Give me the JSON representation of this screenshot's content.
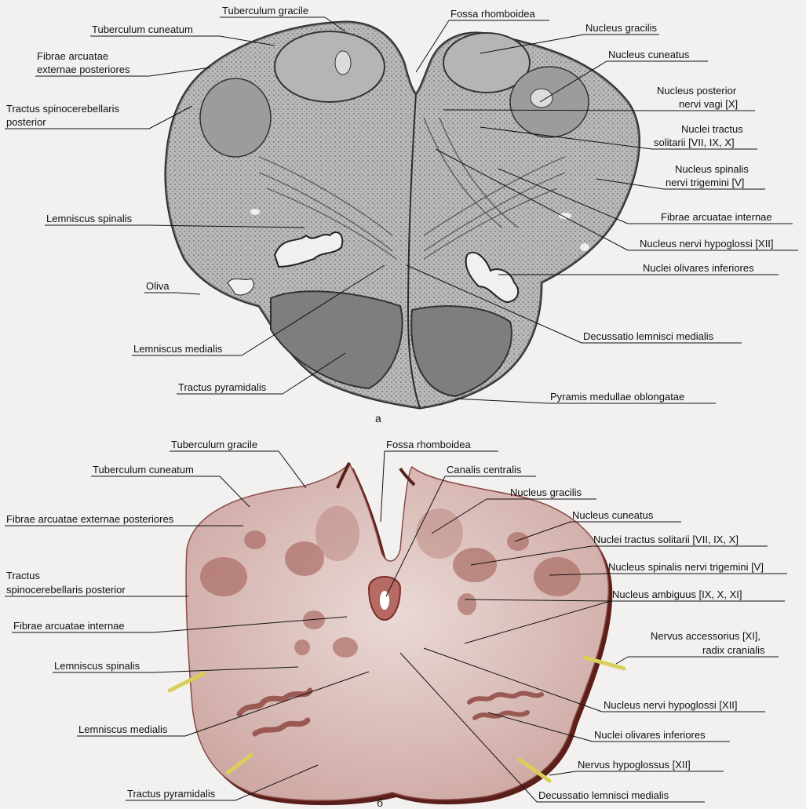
{
  "panels": {
    "a": {
      "letter": "a",
      "labels": {
        "tuberculum_gracile": "Tuberculum gracile",
        "tuberculum_cuneatum": "Tuberculum cuneatum",
        "fibrae_arcuatae_ext_1": "Fibrae arcuatae",
        "fibrae_arcuatae_ext_2": "externae posteriores",
        "tractus_spinocerebellaris_1": "Tractus spinocerebellaris",
        "tractus_spinocerebellaris_2": "posterior",
        "lemniscus_spinalis": "Lemniscus spinalis",
        "oliva": "Oliva",
        "lemniscus_medialis": "Lemniscus medialis",
        "tractus_pyramidalis": "Tractus pyramidalis",
        "fossa_rhomboidea": "Fossa rhomboidea",
        "nucleus_gracilis": "Nucleus gracilis",
        "nucleus_cuneatus": "Nucleus cuneatus",
        "nucleus_post_vagi_1": "Nucleus posterior",
        "nucleus_post_vagi_2": "nervi vagi [X]",
        "nuclei_tractus_solitarii_1": "Nuclei tractus",
        "nuclei_tractus_solitarii_2": "solitarii [VII, IX, X]",
        "nucleus_spinalis_trig_1": "Nucleus spinalis",
        "nucleus_spinalis_trig_2": "nervi trigemini [V]",
        "fibrae_arcuatae_internae": "Fibrae arcuatae internae",
        "nucleus_hypoglossi": "Nucleus nervi hypoglossi [XII]",
        "nuclei_olivares": "Nuclei olivares inferiores",
        "decussatio_lemnisci": "Decussatio lemnisci medialis",
        "pyramis": "Pyramis medullae oblongatae"
      }
    },
    "b": {
      "letter": "б",
      "labels": {
        "tuberculum_gracile": "Tuberculum gracile",
        "tuberculum_cuneatum": "Tuberculum cuneatum",
        "fibrae_arcuatae_ext": "Fibrae arcuatae externae posteriores",
        "tractus_1": "Tractus",
        "tractus_2": "spinocerebellaris posterior",
        "fibrae_arcuatae_internae": "Fibrae arcuatae internae",
        "lemniscus_spinalis": "Lemniscus spinalis",
        "lemniscus_medialis": "Lemniscus medialis",
        "tractus_pyramidalis": "Tractus pyramidalis",
        "fossa_rhomboidea": "Fossa rhomboidea",
        "canalis_centralis": "Canalis centralis",
        "nucleus_gracilis": "Nucleus gracilis",
        "nucleus_cuneatus": "Nucleus cuneatus",
        "nuclei_tractus_solitarii": "Nuclei tractus solitarii [VII, IX, X]",
        "nucleus_spinalis_trig": "Nucleus spinalis nervi trigemini [V]",
        "nucleus_ambiguus": "Nucleus ambiguus [IX, X, XI]",
        "nervus_accessorius_1": "Nervus accessorius [XI],",
        "nervus_accessorius_2": "radix cranialis",
        "nucleus_hypoglossi": "Nucleus nervi hypoglossi [XII]",
        "nuclei_olivares": "Nuclei olivares inferiores",
        "nervus_hypoglossus": "Nervus hypoglossus [XII]",
        "decussatio_lemnisci": "Decussatio lemnisci medialis"
      }
    }
  },
  "colors": {
    "page_bg": "#f2f1ef",
    "section_a_fill": "#7d7d7d",
    "section_a_dark": "#4a4a4a",
    "section_b_fill": "#d9bcb8",
    "section_b_nuclei": "#a8675f",
    "section_b_edge": "#5a1f1a",
    "nerve_root": "#d8cf5a",
    "label_text": "#111111"
  }
}
